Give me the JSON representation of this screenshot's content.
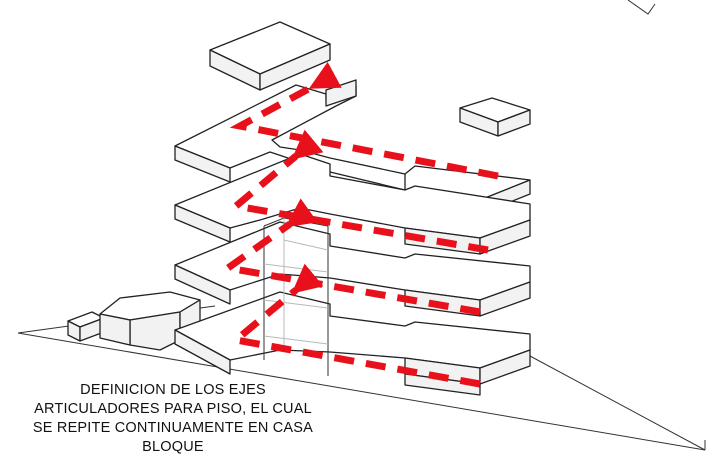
{
  "caption": {
    "lines": [
      "DEFINICION DE LOS EJES",
      "ARTICULADORES PARA PISO, EL CUAL",
      "SE REPITE CONTINUAMENTE EN CASA",
      "BLOQUE"
    ]
  },
  "colors": {
    "axis_arrows": "#e8111b",
    "outline": "#222222",
    "background": "#ffffff"
  },
  "floors": [
    {
      "level": "roof"
    },
    {
      "level": "floor-3"
    },
    {
      "level": "floor-2"
    },
    {
      "level": "floor-1"
    },
    {
      "level": "ground"
    }
  ]
}
